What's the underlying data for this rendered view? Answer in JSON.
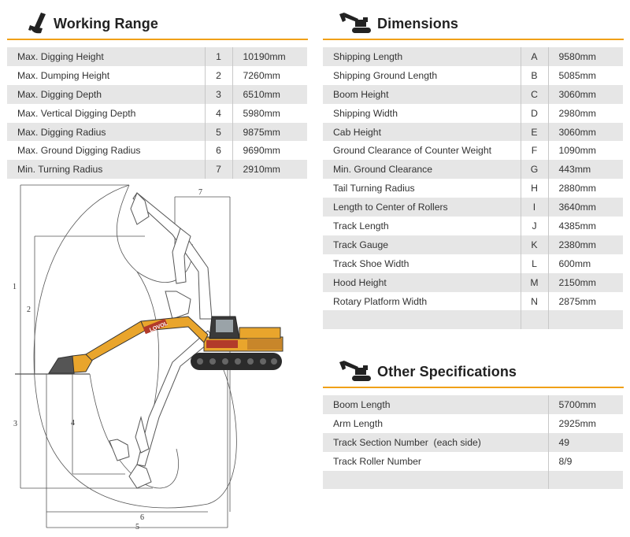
{
  "working_range": {
    "title": "Working Range",
    "icon": "excavator-bucket-icon",
    "rows": [
      {
        "label": "Max. Digging Height",
        "no": "1",
        "value": "10190mm"
      },
      {
        "label": "Max. Dumping Height",
        "no": "2",
        "value": "7260mm"
      },
      {
        "label": "Max. Digging Depth",
        "no": "3",
        "value": "6510mm"
      },
      {
        "label": "Max. Vertical Digging Depth",
        "no": "4",
        "value": "5980mm"
      },
      {
        "label": "Max. Digging Radius",
        "no": "5",
        "value": "9875mm"
      },
      {
        "label": "Max. Ground Digging Radius",
        "no": "6",
        "value": "9690mm"
      },
      {
        "label": "Min. Turning Radius",
        "no": "7",
        "value": "2910mm"
      }
    ]
  },
  "dimensions": {
    "title": "Dimensions",
    "icon": "excavator-icon",
    "rows": [
      {
        "label": "Shipping Length",
        "code": "A",
        "value": "9580mm"
      },
      {
        "label": "Shipping Ground Length",
        "code": "B",
        "value": "5085mm"
      },
      {
        "label": "Boom Height",
        "code": "C",
        "value": "3060mm"
      },
      {
        "label": "Shipping Width",
        "code": "D",
        "value": "2980mm"
      },
      {
        "label": "Cab Height",
        "code": "E",
        "value": "3060mm"
      },
      {
        "label": "Ground Clearance of Counter Weight",
        "code": "F",
        "value": "1090mm"
      },
      {
        "label": "Min. Ground Clearance",
        "code": "G",
        "value": "443mm"
      },
      {
        "label": "Tail Turning Radius",
        "code": "H",
        "value": "2880mm"
      },
      {
        "label": "Length to Center of Rollers",
        "code": "I",
        "value": "3640mm"
      },
      {
        "label": "Track Length",
        "code": "J",
        "value": "4385mm"
      },
      {
        "label": "Track Gauge",
        "code": "K",
        "value": "2380mm"
      },
      {
        "label": "Track Shoe Width",
        "code": "L",
        "value": "600mm"
      },
      {
        "label": "Hood Height",
        "code": "M",
        "value": "2150mm"
      },
      {
        "label": "Rotary Platform Width",
        "code": "N",
        "value": "2875mm"
      },
      {
        "label": "",
        "code": "",
        "value": ""
      }
    ]
  },
  "other_specs": {
    "title": "Other Specifications",
    "icon": "excavator-icon",
    "rows": [
      {
        "label": "Boom Length",
        "value": "5700mm"
      },
      {
        "label": "Arm Length",
        "value": "2925mm"
      },
      {
        "label": "Track Section Number  (each side)",
        "value": "49"
      },
      {
        "label": "Track Roller Number",
        "value": "8/9"
      },
      {
        "label": "",
        "value": ""
      }
    ]
  },
  "diagram": {
    "brand_text": "LOVOL",
    "dim_labels": [
      "1",
      "2",
      "3",
      "4",
      "5",
      "6",
      "7"
    ]
  },
  "colors": {
    "accent": "#f0a018",
    "machine_body": "#e9a52c",
    "row_shade": "#e6e6e6"
  }
}
